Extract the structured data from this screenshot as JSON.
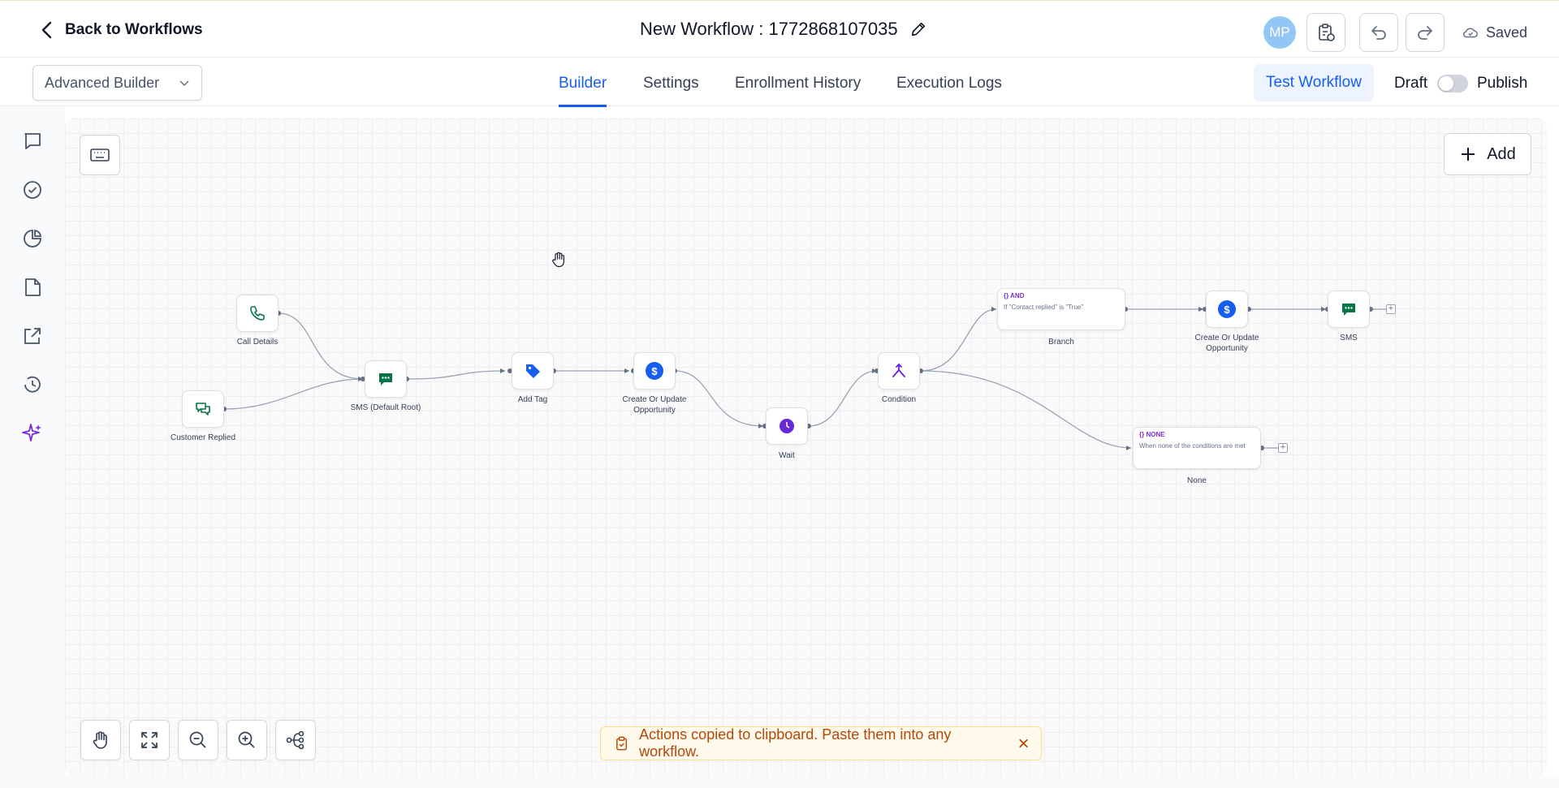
{
  "header": {
    "back_label": "Back to Workflows",
    "workflow_title": "New Workflow : 1772868107035",
    "avatar_initials": "MP",
    "saved_label": "Saved"
  },
  "nav": {
    "builder_mode": "Advanced Builder",
    "tabs": [
      {
        "label": "Builder",
        "active": true
      },
      {
        "label": "Settings",
        "active": false
      },
      {
        "label": "Enrollment History",
        "active": false
      },
      {
        "label": "Execution Logs",
        "active": false
      }
    ],
    "test_label": "Test Workflow",
    "draft_label": "Draft",
    "publish_label": "Publish",
    "published": false
  },
  "sidebar": {
    "icons": [
      "chat-icon",
      "check-circle-icon",
      "pie-chart-icon",
      "document-icon",
      "external-link-icon",
      "history-icon",
      "sparkle-icon"
    ]
  },
  "canvas": {
    "add_label": "Add",
    "toast_message": "Actions copied to clipboard. Paste them into any workflow.",
    "nodes": {
      "call_details": "Call Details",
      "customer_replied": "Customer Replied",
      "sms_default_root": "SMS (Default Root)",
      "add_tag": "Add Tag",
      "create_update_1": "Create Or Update Opportunity",
      "wait": "Wait",
      "condition": "Condition",
      "branch": "Branch",
      "branch_tag": "{} AND",
      "branch_condition": "If \"Contact replied\" is \"True\"",
      "create_update_2": "Create Or Update Opportunity",
      "sms": "SMS",
      "none": "None",
      "none_tag": "{} NONE",
      "none_condition": "When none of the conditions are met"
    }
  },
  "colors": {
    "accent": "#155eef",
    "sms_green": "#067647",
    "tag_blue": "#155eef",
    "wait_purple": "#6927da",
    "toast_text": "#b54708",
    "toast_bg": "#fffaeb"
  }
}
